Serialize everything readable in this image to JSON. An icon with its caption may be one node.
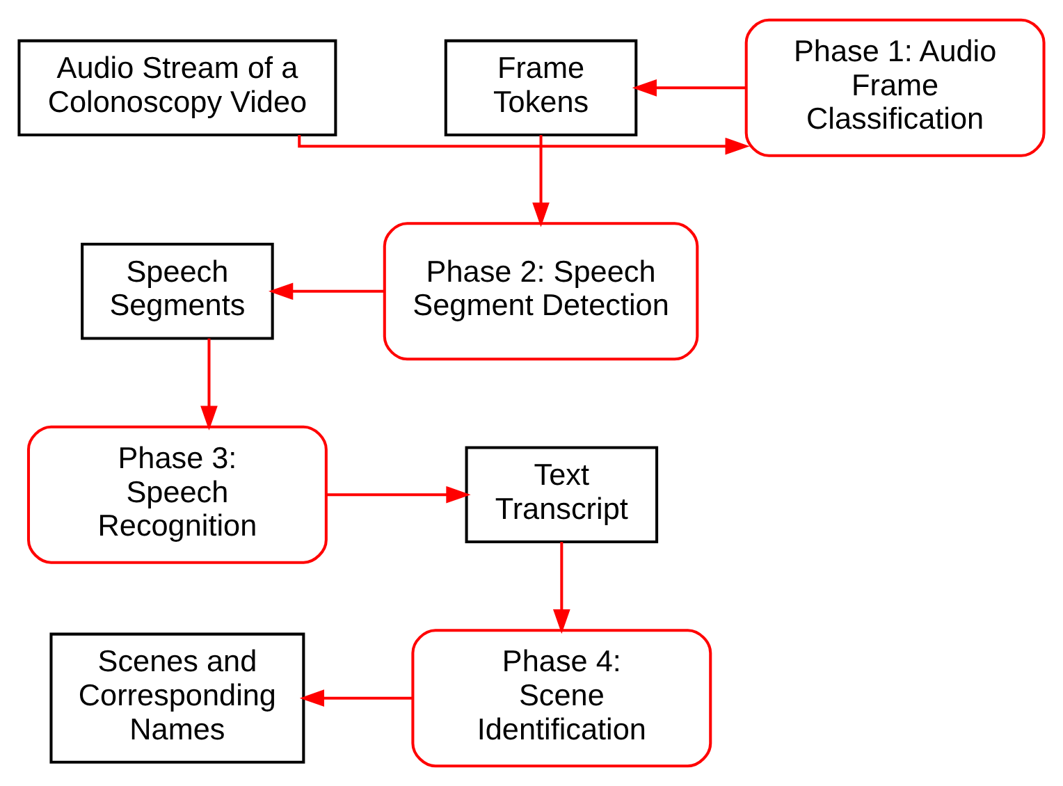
{
  "diagram": {
    "nodes": [
      {
        "text": [
          "Audio Stream of a Colonoscopy Video"
        ]
      },
      {
        "text": [
          "Phase 1: Audio Frame Classification"
        ]
      },
      {
        "text": [
          "Frame Tokens"
        ]
      },
      {
        "text": [
          "Phase 2: Speech Segment Detection"
        ]
      },
      {
        "text": [
          "Speech Segments"
        ]
      },
      {
        "text": [
          "Phase 3: Speech Recognition"
        ]
      },
      {
        "text": [
          "Text Transcript"
        ]
      },
      {
        "text": [
          "Phase 4: Scene Identification"
        ]
      },
      {
        "text": [
          "Scenes and Corresponding Names"
        ]
      }
    ],
    "edges": [
      {
        "from": 0,
        "to": 1,
        "arrow": "to"
      },
      {
        "from": 1,
        "to": 2,
        "arrow": "to"
      },
      {
        "from": 2,
        "to": 3,
        "arrow": "to"
      },
      {
        "from": 3,
        "to": 4,
        "arrow": "to"
      },
      {
        "from": 4,
        "to": 5,
        "arrow": "to"
      },
      {
        "from": 5,
        "to": 6,
        "arrow": "to"
      },
      {
        "from": 6,
        "to": 7,
        "arrow": "to"
      },
      {
        "from": 7,
        "to": 8,
        "arrow": "to"
      }
    ]
  }
}
